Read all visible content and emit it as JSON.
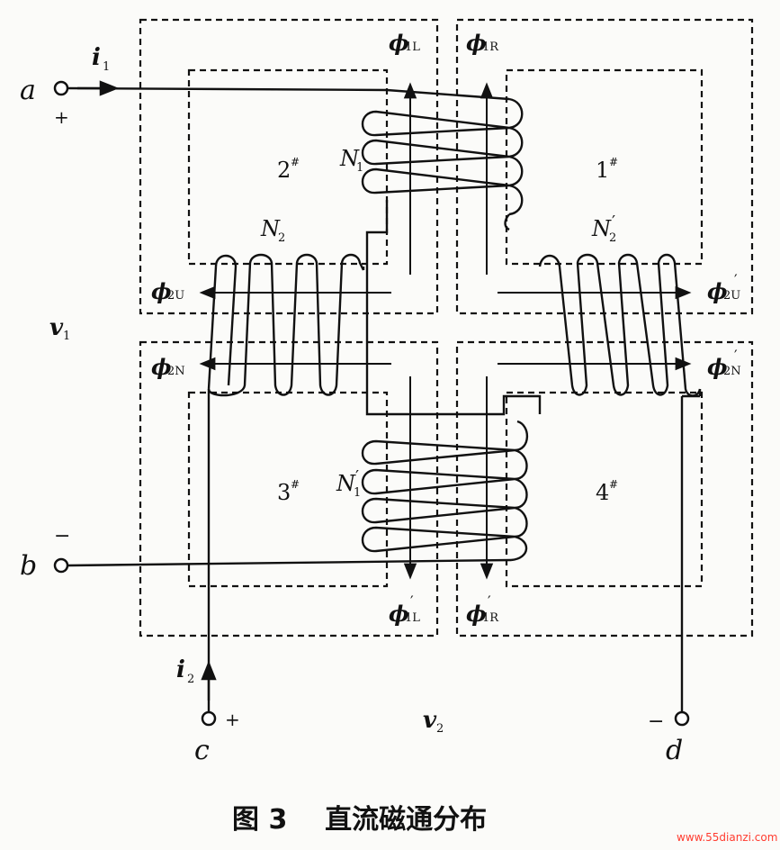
{
  "caption": "图 3    直流磁通分布",
  "watermark": "www.55dianzi.com",
  "terminals": {
    "a": "a",
    "b": "b",
    "c": "c",
    "d": "d",
    "plus_a": "+",
    "minus_b": "−",
    "plus_c": "+",
    "minus_d": "−"
  },
  "currents": {
    "i1_main": "i",
    "i1_sub": "1",
    "i2_main": "i",
    "i2_sub": "2"
  },
  "voltages": {
    "v1_main": "v",
    "v1_sub": "1",
    "v2_main": "v",
    "v2_sub": "2"
  },
  "windings": {
    "N1_main": "N",
    "N1_sub": "1",
    "N1p_main": "N",
    "N1p_sub": "1",
    "N1p_prime": "′",
    "N2_main": "N",
    "N2_sub": "2",
    "N2p_main": "N",
    "N2p_sub": "2",
    "N2p_prime": "′"
  },
  "cores": {
    "c1": "1",
    "c2": "2",
    "c3": "3",
    "c4": "4",
    "mark": "#"
  },
  "fluxes": {
    "phi": "ϕ",
    "prime": "′",
    "f1L": "1L",
    "f1R": "1R",
    "f2U": "2U",
    "f2N": "2N",
    "f1Lp": "1L",
    "f1Rp": "1R",
    "f2Up": "2U",
    "f2Np": "2N"
  },
  "colors": {
    "ink": "#111111",
    "watermark": "#ff3b2f"
  }
}
